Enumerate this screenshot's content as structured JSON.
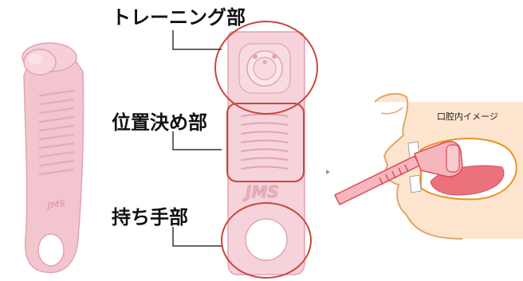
{
  "labels": {
    "training": "トレーニング部",
    "positioning": "位置決め部",
    "handle": "持ち手部"
  },
  "brand": {
    "logo_text": "JMS"
  },
  "inset": {
    "caption": "口腔内イメージ"
  },
  "colors": {
    "device_pink": "#f3c6cf",
    "device_edge": "#e2a3b2",
    "circle_red": "#c8463c",
    "skin_peach": "#fde5cf",
    "face_outline": "#e2a56c",
    "mouth_outline": "#e8941f",
    "tongue": "#e9727d",
    "tool_red": "#e2495a"
  }
}
